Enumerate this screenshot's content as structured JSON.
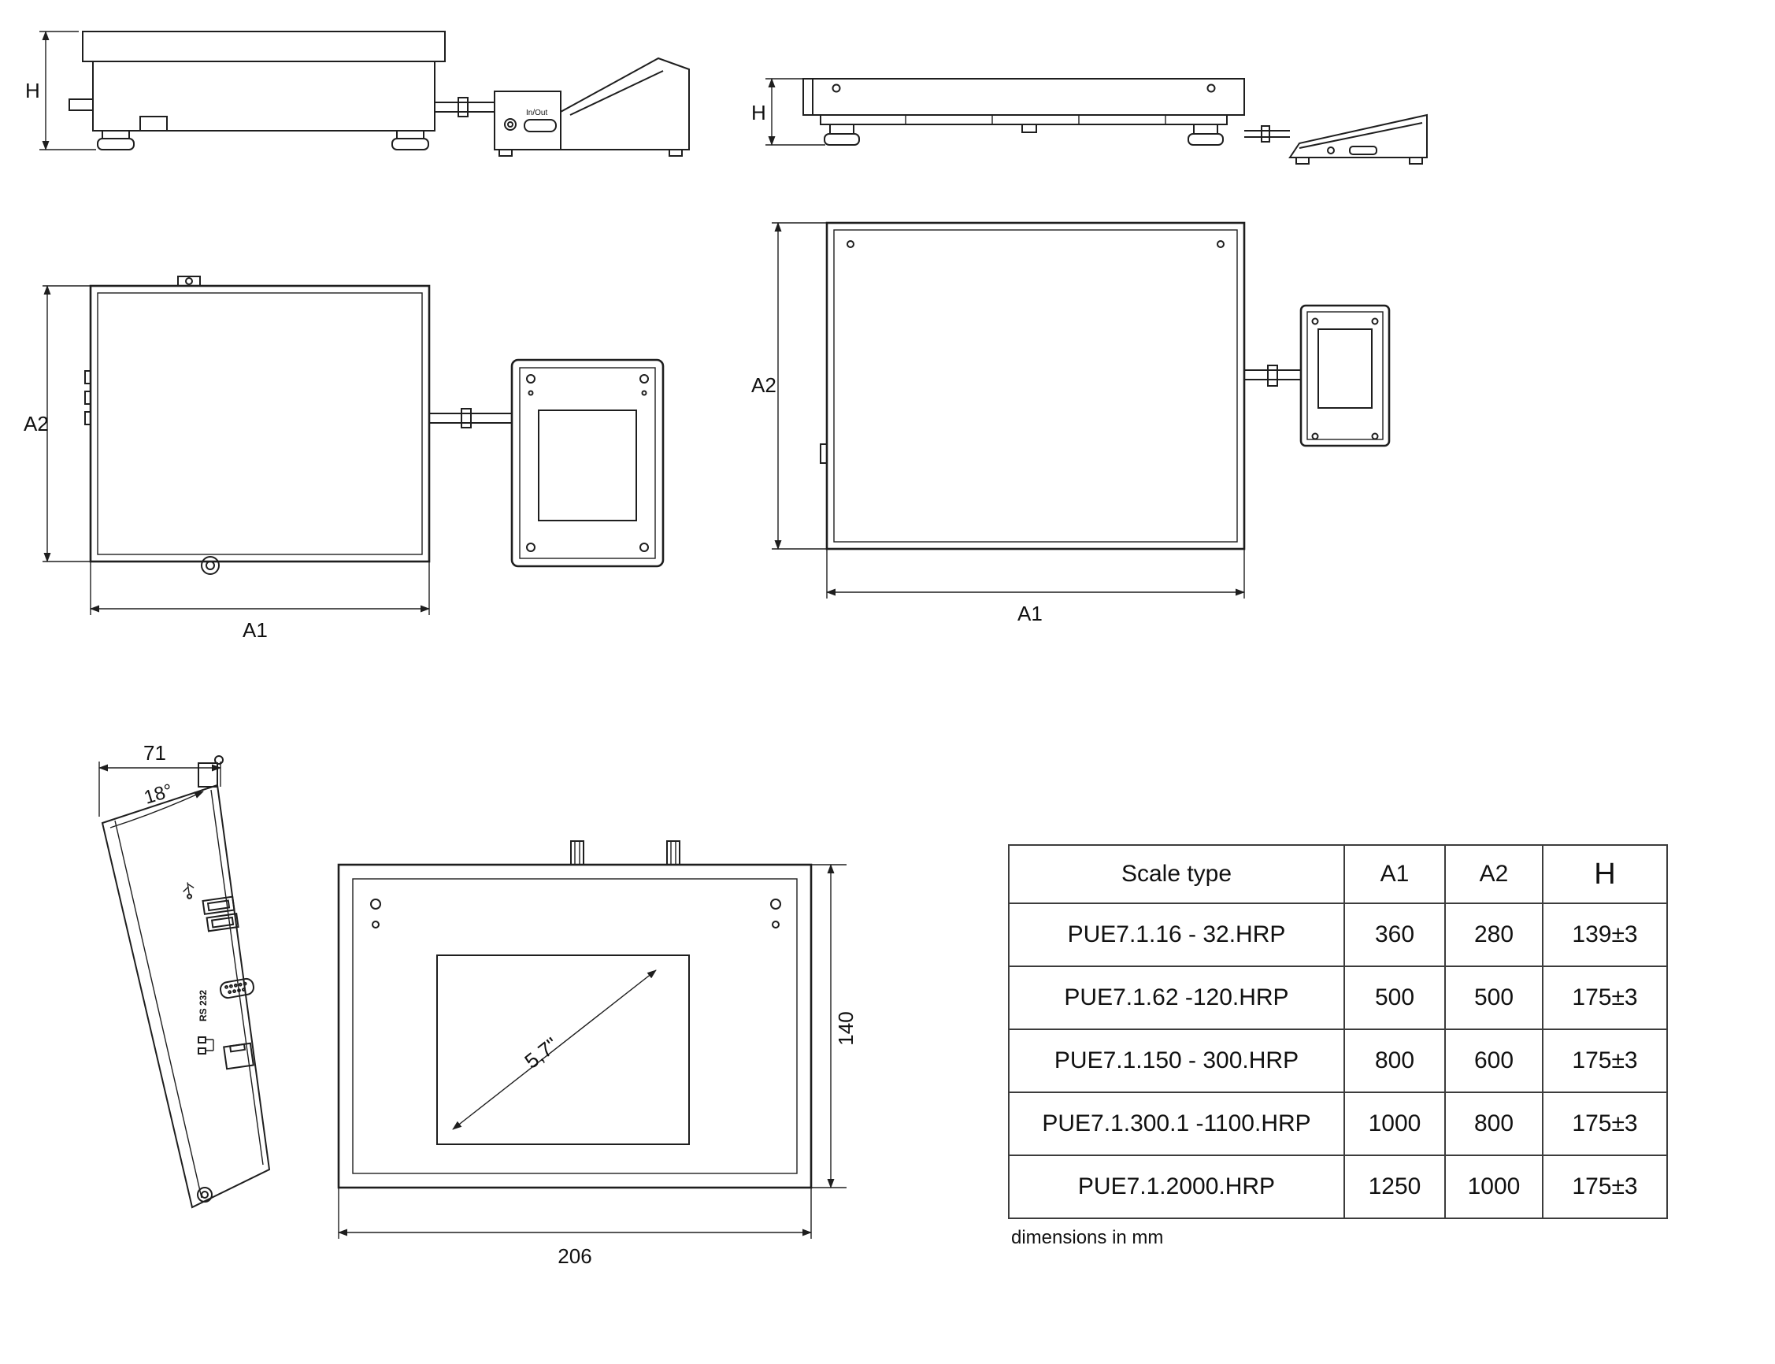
{
  "side_view": {
    "h_label": "H",
    "io_label": "In/Out"
  },
  "front_view": {
    "h_label": "H"
  },
  "top_view_small": {
    "a1_label": "A1",
    "a2_label": "A2"
  },
  "top_view_large": {
    "a1_label": "A1",
    "a2_label": "A2"
  },
  "terminal_side_view": {
    "width_dim": "71",
    "angle_dim": "18°",
    "rs232_label": "RS 232"
  },
  "terminal_front_view": {
    "diagonal_label": "5,7\"",
    "width_dim": "206",
    "height_dim": "140"
  },
  "spec_table": {
    "headers": [
      "Scale type",
      "A1",
      "A2",
      "H"
    ],
    "rows": [
      [
        "PUE7.1.16 - 32.HRP",
        "360",
        "280",
        "139±3"
      ],
      [
        "PUE7.1.62 -120.HRP",
        "500",
        "500",
        "175±3"
      ],
      [
        "PUE7.1.150 - 300.HRP",
        "800",
        "600",
        "175±3"
      ],
      [
        "PUE7.1.300.1 -1100.HRP",
        "1000",
        "800",
        "175±3"
      ],
      [
        "PUE7.1.2000.HRP",
        "1250",
        "1000",
        "175±3"
      ]
    ],
    "note": "dimensions in mm"
  }
}
